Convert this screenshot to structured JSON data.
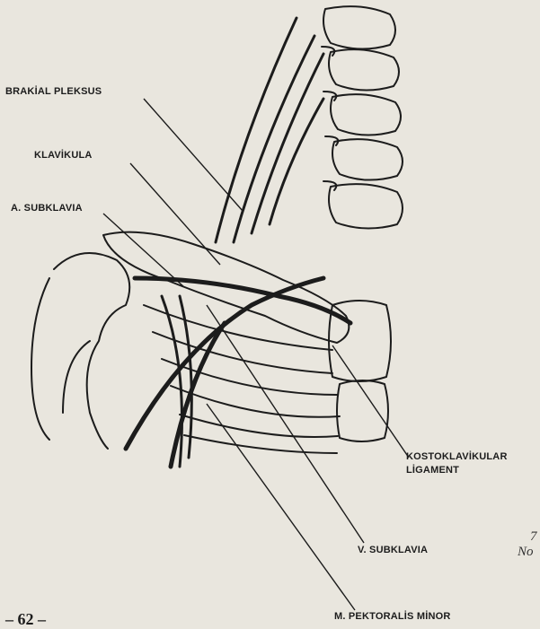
{
  "labels": {
    "brachial_plexus": "BRAKİAL PLEKSUS",
    "clavicle": "KLAVİKULA",
    "subclavian_artery": "A. SUBKLAVIA",
    "costoclavicular_1": "KOSTOKLAVİKULAR",
    "costoclavicular_2": "LİGAMENT",
    "subclavian_vein": "V. SUBKLAVIA",
    "pectoralis_minor": "M. PEKTORALİS MİNOR"
  },
  "page_number": "– 62 –",
  "edge_text": {
    "line1": "7",
    "line2": "No"
  },
  "colors": {
    "paper": "#e9e6de",
    "ink": "#1c1c1c"
  }
}
